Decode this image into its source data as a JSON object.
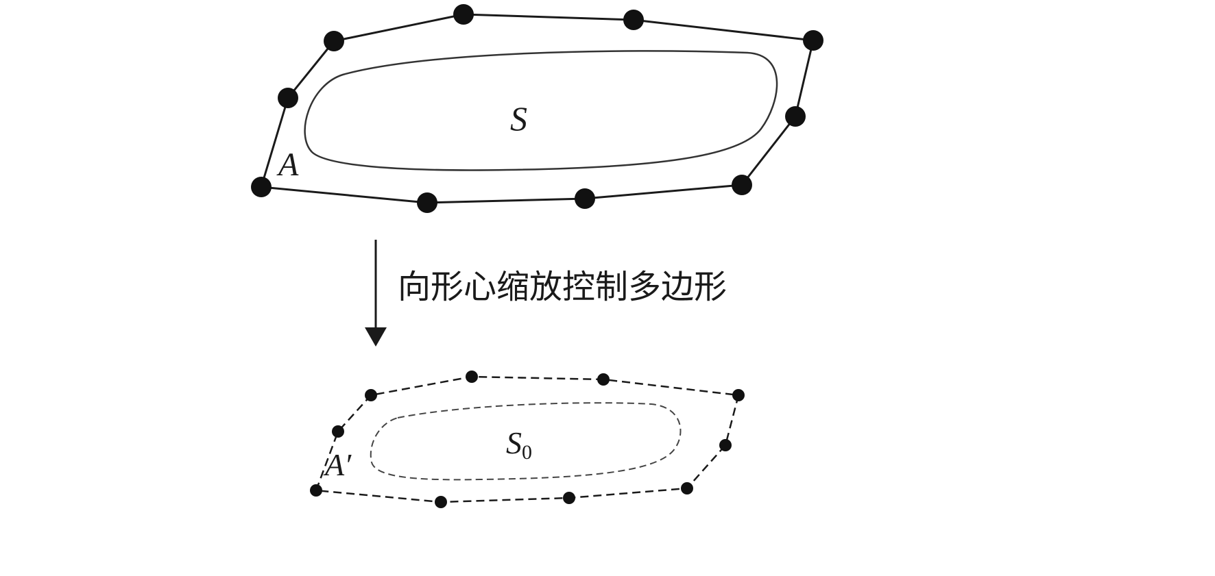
{
  "diagram": {
    "top": {
      "region_label": "S",
      "polygon_label": "A",
      "stroke_style": "solid"
    },
    "arrow_caption": "向形心缩放控制多边形",
    "bottom": {
      "region_label": "S",
      "region_label_sub": "0",
      "polygon_label": "A′",
      "stroke_style": "dashed"
    },
    "colors": {
      "line": "#1a1a1a",
      "background": "#ffffff"
    }
  }
}
